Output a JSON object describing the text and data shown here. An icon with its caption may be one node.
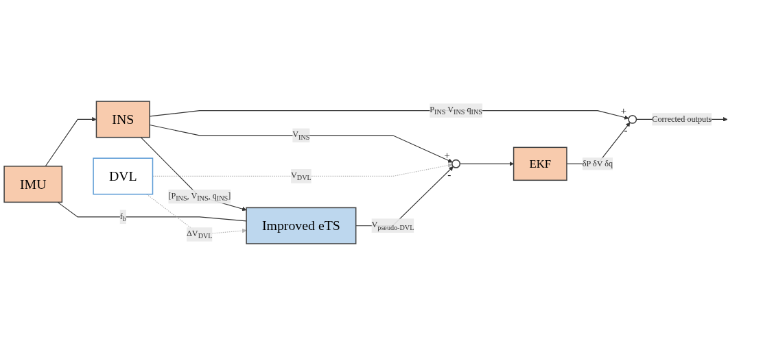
{
  "diagram": {
    "nodes": [
      {
        "text": [
          "IMU"
        ]
      },
      {
        "text": [
          "INS"
        ]
      },
      {
        "text": [
          "Improved eTS"
        ]
      },
      {
        "text": [
          "DVL"
        ]
      },
      {
        "text": [
          "EKF"
        ]
      },
      {
        "text": [],
        "shape": "circle",
        "beside": [
          "+",
          "-"
        ]
      },
      {
        "text": [],
        "shape": "circle",
        "beside": [
          "+",
          "-"
        ]
      }
    ],
    "edges": [
      {
        "from": 0,
        "to": 1,
        "arrow": "to"
      },
      {
        "from": 1,
        "to": 5,
        "arrow": "to",
        "label": "P$_{INS}$ V$_{INS}$ q$_{INS}$"
      },
      {
        "from": 1,
        "to": 2,
        "arrow": "to",
        "label": "[P$_{INS}$, V$_{INS}$, q$_{INS}$]"
      },
      {
        "from": 0,
        "to": 2,
        "arrow": "none",
        "label": "f$_{b}$"
      },
      {
        "from": 1,
        "to": 6,
        "arrow": "to",
        "label": "V$_{INS}$"
      },
      {
        "from": 3,
        "to": 2,
        "arrow": "to",
        "label": "ΔV$_{DVL}$",
        "style": "dashed",
        "color": "#b4b4b4"
      },
      {
        "from": 3,
        "to": 6,
        "arrow": "to",
        "label": "V$_{DVL}$",
        "style": "dashed",
        "color": "#b4b4b4"
      },
      {
        "from": 2,
        "to": 6,
        "arrow": "to",
        "label": "V$_{pseudo-DVL}$"
      },
      {
        "from": 6,
        "to": 4,
        "arrow": "to"
      },
      {
        "from": 4,
        "to": 5,
        "arrow": "to",
        "label": "δP δV δq"
      },
      {
        "from": 5,
        "to": null,
        "arrow": "to",
        "label": "Corrected outputs"
      }
    ]
  }
}
